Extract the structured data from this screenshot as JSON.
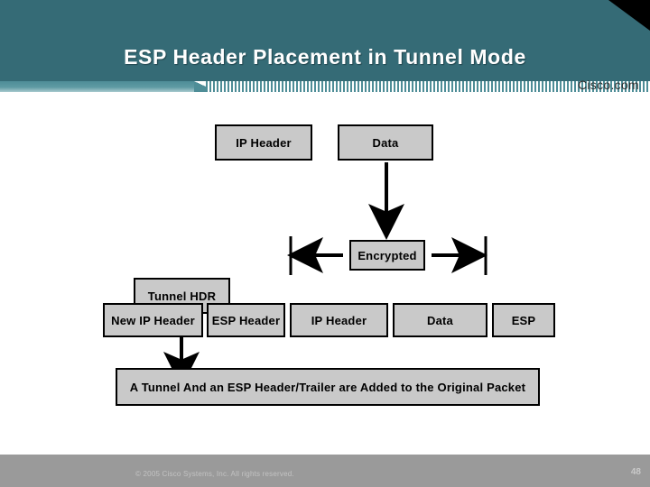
{
  "slide": {
    "title": "ESP Header Placement in Tunnel Mode",
    "brand": "Cisco.com",
    "footer_copyright": "© 2005 Cisco Systems, Inc. All rights reserved.",
    "page_number": "48"
  },
  "colors": {
    "header_band": "#356b76",
    "subband": "#4e8d97",
    "box_fill": "#c9c9c9",
    "box_border": "#000000",
    "footer_bar": "#9a9a9a",
    "corner_notch": "#000000"
  },
  "diagram": {
    "original_packet": {
      "ip_header": "IP Header",
      "data": "Data"
    },
    "tunnel_header": "Tunnel HDR",
    "encrypted_label": "Encrypted",
    "result_packet": [
      {
        "label": "New IP Header"
      },
      {
        "label": "ESP Header"
      },
      {
        "label": "IP Header"
      },
      {
        "label": "Data"
      },
      {
        "label": "ESP"
      }
    ],
    "caption": "A Tunnel And an ESP Header/Trailer are Added to the Original Packet"
  }
}
